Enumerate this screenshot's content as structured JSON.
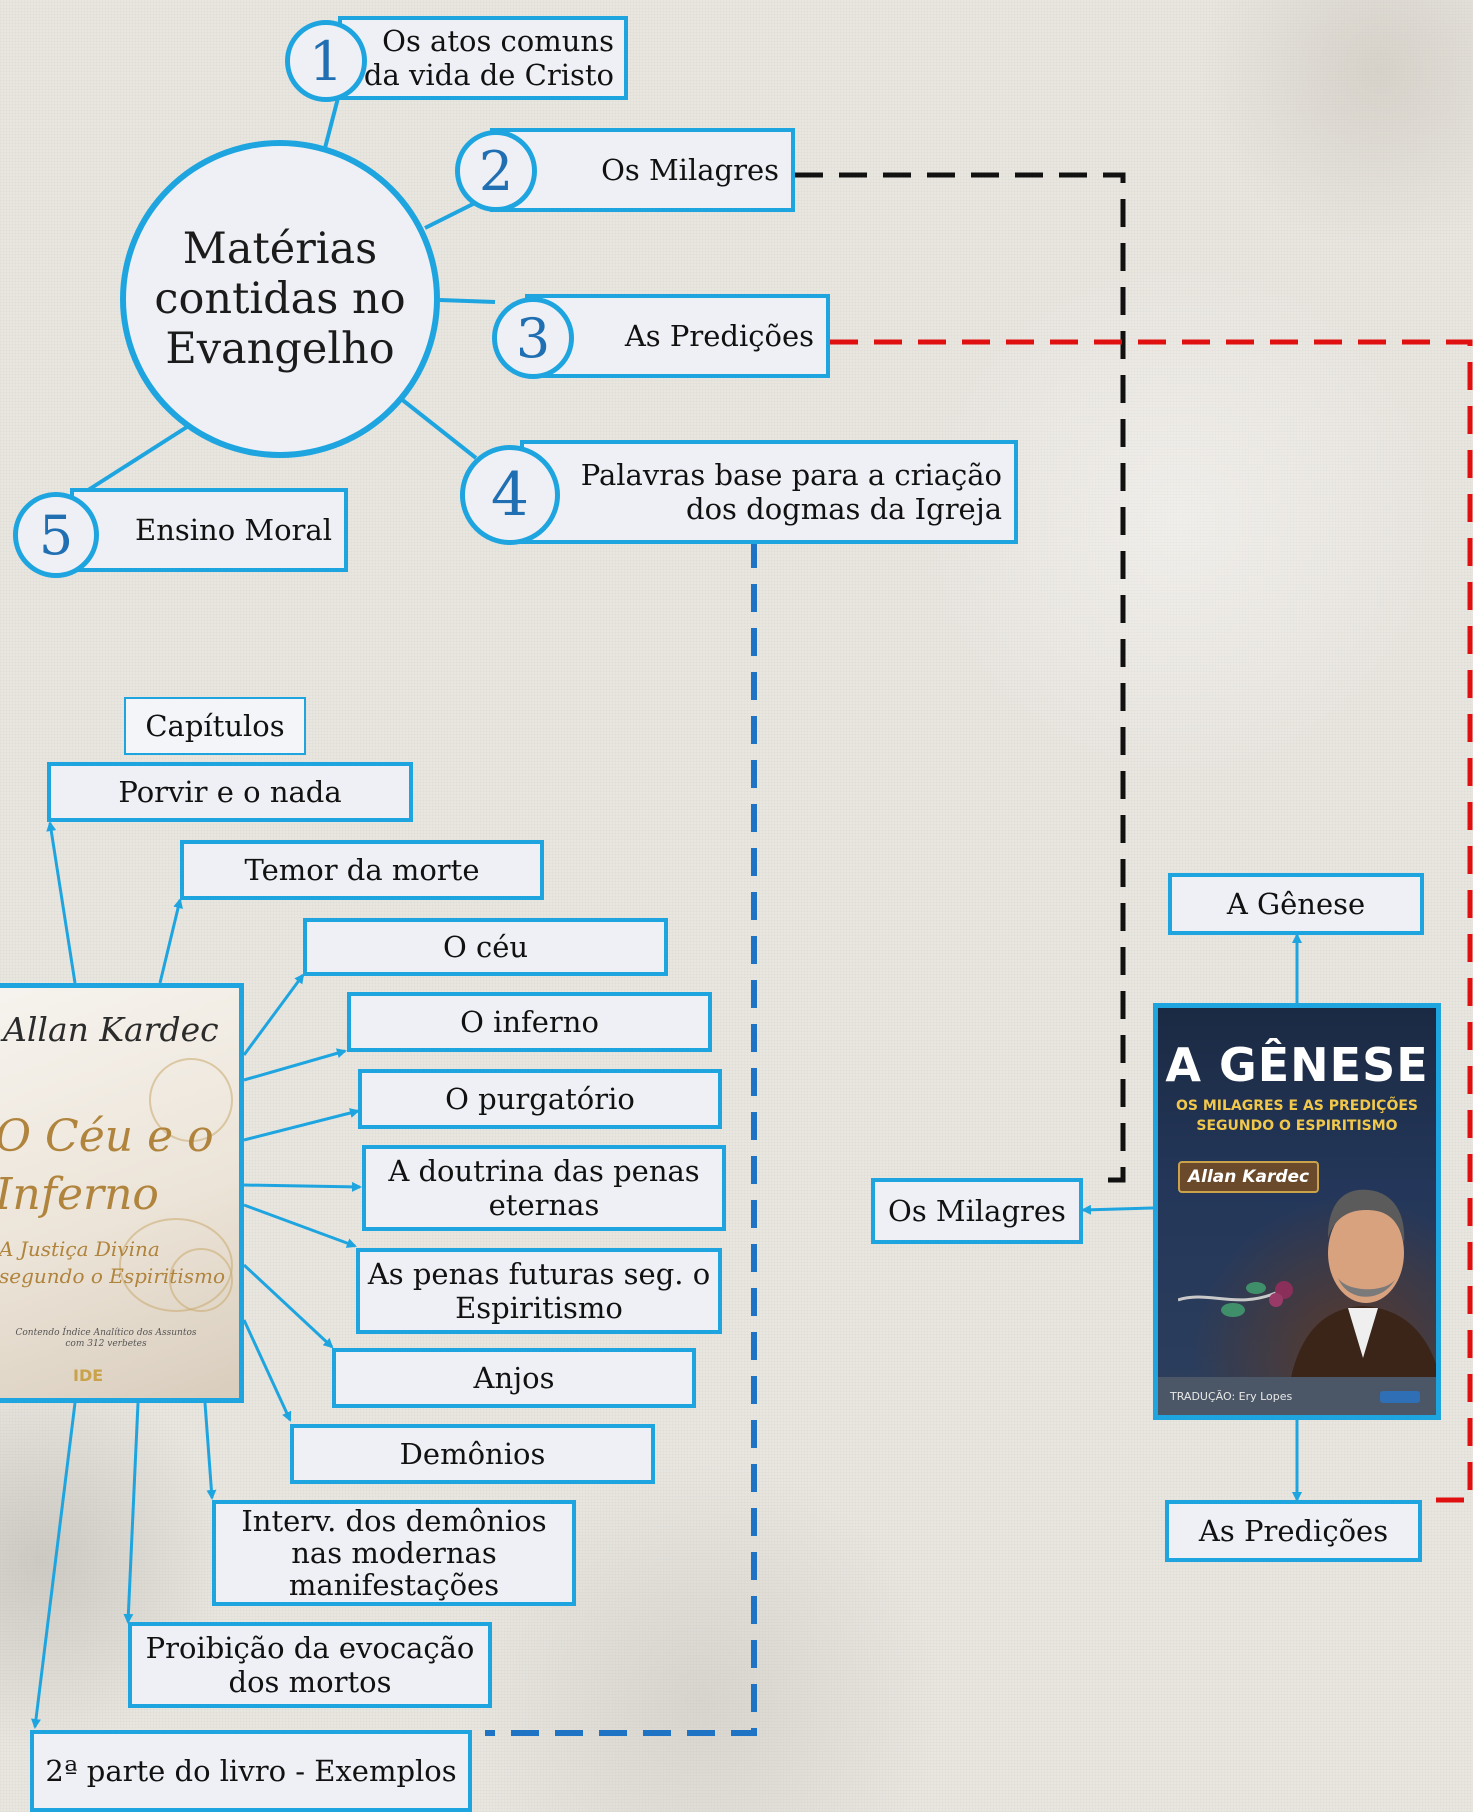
{
  "colors": {
    "box_border": "#1ea5e0",
    "number_text": "#1f6fb2",
    "dash_black": "#111111",
    "dash_red": "#e01010",
    "dash_blue": "#1f73c4"
  },
  "center": {
    "label": "Matérias\ncontidas no\nEvangelho"
  },
  "topics": [
    {
      "number": "1",
      "label": "Os atos comuns\nda vida de Cristo"
    },
    {
      "number": "2",
      "label": "Os Milagres"
    },
    {
      "number": "3",
      "label": "As Predições"
    },
    {
      "number": "4",
      "label": "Palavras base para a criação\ndos dogmas da Igreja"
    },
    {
      "number": "5",
      "label": "Ensino Moral"
    }
  ],
  "ceu_book": {
    "author": "Allan Kardec",
    "title": "O Céu e o\nInferno",
    "subtitle": "A Justiça Divina\nsegundo o Espiritismo",
    "note": "Contendo Índice Analítico dos Assuntos\ncom 312 verbetes",
    "publisher": "IDE",
    "chapters_header": "Capítulos",
    "chapters": [
      "Porvir e o nada",
      "Temor da morte",
      "O céu",
      "O inferno",
      "O purgatório",
      "A doutrina das penas\neternas",
      "As penas futuras  seg. o\nEspiritismo",
      "Anjos",
      "Demônios",
      "Interv. dos demônios\nnas modernas\nmanifestações",
      "Proibição da evocação\ndos mortos"
    ],
    "part2": "2ª parte do livro - Exemplos"
  },
  "genese_book": {
    "label": "A Gênese",
    "cover_title": "A GÊNESE",
    "cover_subtitle": "OS MILAGRES E AS PREDIÇÕES\nSEGUNDO O ESPIRITISMO",
    "cover_author": "Allan Kardec",
    "cover_translation": "TRADUÇÃO: Ery Lopes",
    "milagres": "Os Milagres",
    "predicoes": "As Predições"
  }
}
